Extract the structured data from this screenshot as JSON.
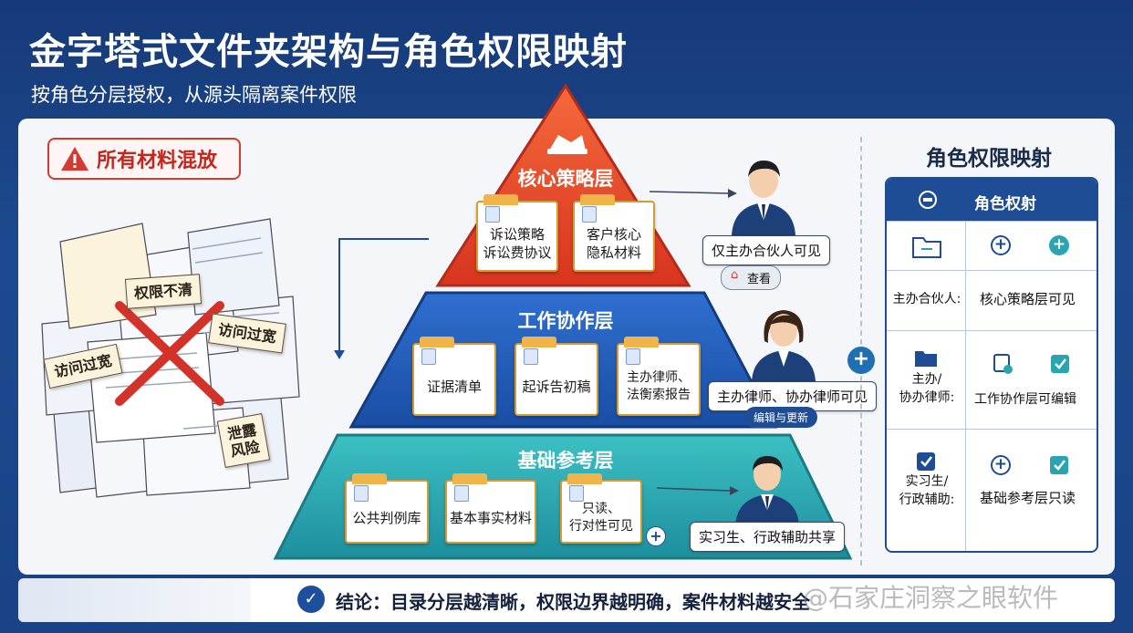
{
  "header": {
    "title": "金字塔式文件夹架构与角色权限映射",
    "subtitle": "按角色分层授权，从源头隔离案件权限"
  },
  "chaos": {
    "badge": "所有材料混放",
    "tags": {
      "unclear": "权限不清",
      "overaccess_left": "访问过宽",
      "overaccess_right": "访问过宽",
      "leak": "泄露\n风险"
    }
  },
  "pyramid": {
    "core": {
      "title": "核心策略层",
      "folders": [
        "诉讼策略\n诉讼费协议",
        "客户核心\n隐私材料"
      ],
      "callout": "仅主办合伙人可见",
      "action": "查看"
    },
    "work": {
      "title": "工作协作层",
      "folders": [
        "证据清单",
        "起诉告初稿",
        "主办律师、\n法衡索报告"
      ],
      "callout": "主办律师、协办律师可见",
      "action": "编辑与更新"
    },
    "base": {
      "title": "基础参考层",
      "folders": [
        "公共判例库",
        "基本事实材料",
        "只读、\n行对性可见"
      ],
      "callout": "实习生、行政辅助共享"
    }
  },
  "mapping": {
    "title": "角色权限映射",
    "header": "角色权射",
    "rows": [
      {
        "role": "主办合伙人:",
        "perm": "核心策略层可见"
      },
      {
        "role": "主办/\n协办律师:",
        "perm": "工作协作层可编辑"
      },
      {
        "role": "实习生/\n行政辅助:",
        "perm": "基础参考层只读"
      }
    ]
  },
  "footer": {
    "conclusion": "结论：目录分层越清晰，权限边界越明确，案件材料越安全",
    "watermark": "@石家庄洞察之眼软件"
  },
  "colors": {
    "core": "#e8472f",
    "work": "#1f5ab5",
    "base": "#2aa4b0",
    "navy": "#1f4d95",
    "warn": "#d33a32"
  }
}
